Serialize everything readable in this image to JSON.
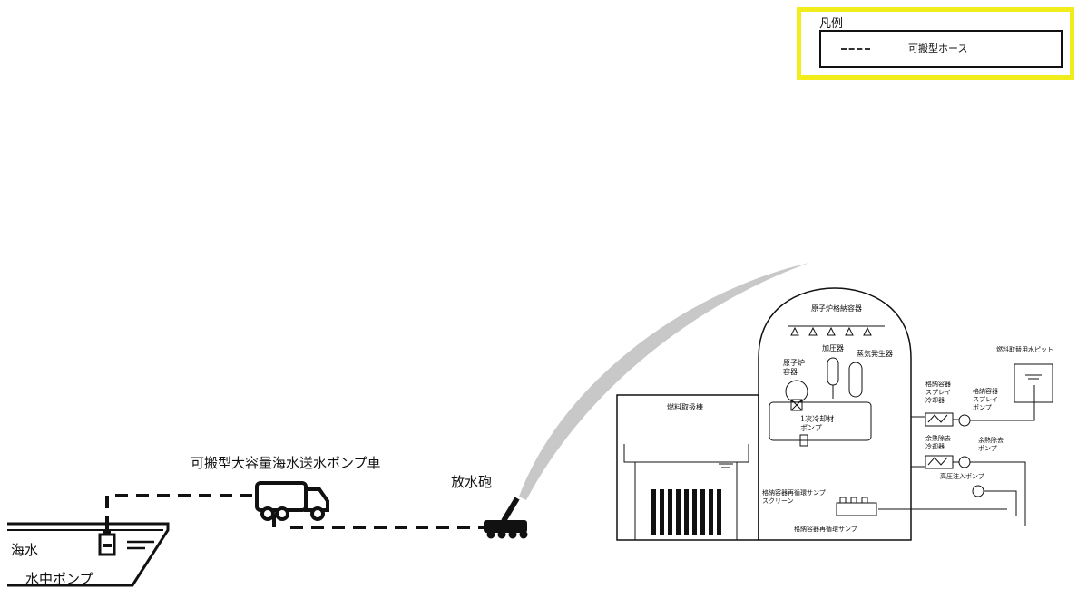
{
  "legend": {
    "title": "凡例",
    "item_label": "可搬型ホース"
  },
  "labels": {
    "truck": "可搬型大容量海水送水ポンプ車",
    "cannon": "放水砲",
    "sea": "海水",
    "sub_pump": "水中ポンプ",
    "containment": "原子炉格納容器",
    "pressurizer": "加圧器",
    "steam_generator": "蒸気発生器",
    "reactor_vessel": "原子炉\n容器",
    "coolant_pump": "1次冷却材\nポンプ",
    "fuel_building": "燃料取扱棟",
    "spray_cooler": "格納容器\nスプレイ\n冷却器",
    "rhr_cooler": "余熱除去\n冷却器",
    "spray_pump": "格納容器\nスプレイ\nポンプ",
    "rhr_pump": "余熱除去\nポンプ",
    "hi_pump": "高圧注入ポンプ",
    "sump_screen": "格納容器再循環サンプ\nスクリーン",
    "sump": "格納容器再循環サンプ",
    "pit": "燃料取替用水ピット"
  },
  "colors": {
    "legend_border": "#f2ec1b",
    "spray": "#c8c8c8",
    "line": "#111111"
  }
}
